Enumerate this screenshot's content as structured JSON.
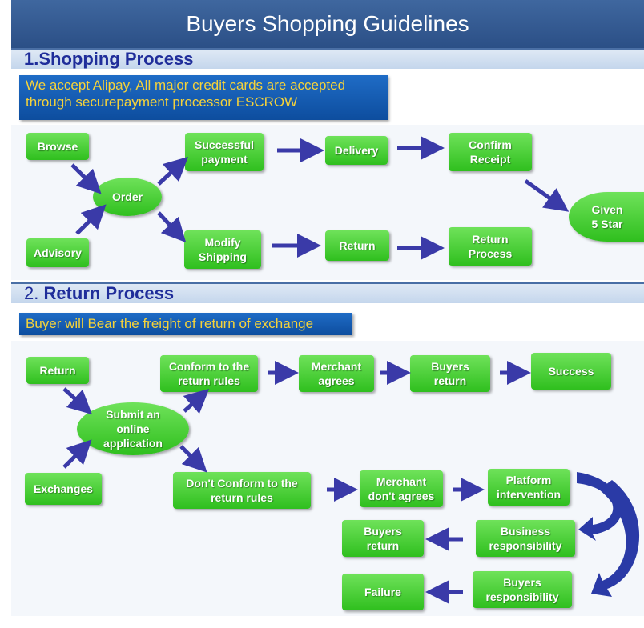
{
  "title": "Buyers Shopping Guidelines",
  "section1": {
    "heading": "1.Shopping Process",
    "note_line1": "We accept Alipay, All major credit cards are accepted",
    "note_line2": "through securepayment processor ESCROW",
    "nodes": {
      "browse": "Browse",
      "advisory": "Advisory",
      "order": "Order",
      "successful_payment": "Successful\npayment",
      "delivery": "Delivery",
      "confirm_receipt": "Confirm\nReceipt",
      "modify_shipping": "Modify\nShipping",
      "return": "Return",
      "return_process": "Return\nProcess",
      "given_5_star": "Given\n5 Star"
    }
  },
  "section2": {
    "heading_num": "2.",
    "heading_text": " Return Process",
    "note": "Buyer will Bear the freight of return of exchange",
    "nodes": {
      "return": "Return",
      "exchanges": "Exchanges",
      "submit_application": "Submit  an\nonline\napplication",
      "conform_rules": "Conform to the\nreturn rules",
      "merchant_agrees": "Merchant\nagrees",
      "buyers_return_top": "Buyers\nreturn",
      "success": "Success",
      "dont_conform_rules": "Don't Conform to the\nreturn rules",
      "merchant_dont_agrees": "Merchant\ndon't agrees",
      "platform_intervention": "Platform\nintervention",
      "buyers_return_bottom": "Buyers\nreturn",
      "business_responsibility": "Business\nresponsibility",
      "failure": "Failure",
      "buyers_responsibility": "Buyers\nresponsibility"
    }
  },
  "colors": {
    "banner": "#2b4f86",
    "section_text": "#1f2d9a",
    "note_bg": "#0d4d9e",
    "note_text": "#f5d23a",
    "box_green": "#2fbf1e",
    "arrow": "#3a3aa8"
  }
}
